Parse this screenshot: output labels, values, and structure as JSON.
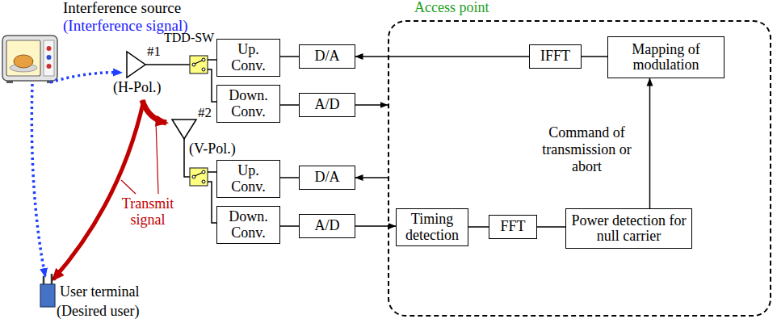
{
  "diagram": {
    "nodes": [
      {
        "text": [
          "Access point"
        ]
      },
      {
        "text": [
          "Up. Conv."
        ]
      },
      {
        "text": [
          "D/A"
        ]
      },
      {
        "text": [
          "IFFT"
        ],
        "in": 0
      },
      {
        "text": [
          "Mapping of modulation"
        ],
        "in": 0
      },
      {
        "text": [
          "Down. Conv."
        ]
      },
      {
        "text": [
          "A/D"
        ]
      },
      {
        "text": [
          "Up. Conv."
        ]
      },
      {
        "text": [
          "D/A"
        ]
      },
      {
        "text": [
          "Down. Conv."
        ]
      },
      {
        "text": [
          "A/D"
        ]
      },
      {
        "text": [
          "Timing detection"
        ],
        "in": 0
      },
      {
        "text": [
          "FFT"
        ],
        "in": 0
      },
      {
        "text": [
          "Power detection for null carrier"
        ],
        "in": 0
      }
    ],
    "edges": [
      {
        "from": 2,
        "to": 1,
        "arrow": "none"
      },
      {
        "from": 3,
        "to": 2,
        "arrow": "to"
      },
      {
        "from": 4,
        "to": 3,
        "arrow": "none"
      },
      {
        "from": 5,
        "to": 6,
        "arrow": "none"
      },
      {
        "from": 6,
        "to": 0,
        "arrow": "to"
      },
      {
        "from": 0,
        "to": 8,
        "arrow": "to"
      },
      {
        "from": 8,
        "to": 7,
        "arrow": "none"
      },
      {
        "from": 9,
        "to": 10,
        "arrow": "none"
      },
      {
        "from": 10,
        "to": 11,
        "arrow": "to"
      },
      {
        "from": 11,
        "to": 12,
        "arrow": "none"
      },
      {
        "from": 12,
        "to": 13,
        "arrow": "none"
      },
      {
        "from": 13,
        "to": 4,
        "arrow": "to",
        "label": "Command of transmission or abort"
      }
    ],
    "labels": [
      "Interference source",
      "(Interference signal)",
      "TDD-SW",
      "#1",
      "(H-Pol.)",
      "#2",
      "(V-Pol.)",
      "Transmit signal",
      "User terminal",
      "(Desired user)"
    ]
  }
}
